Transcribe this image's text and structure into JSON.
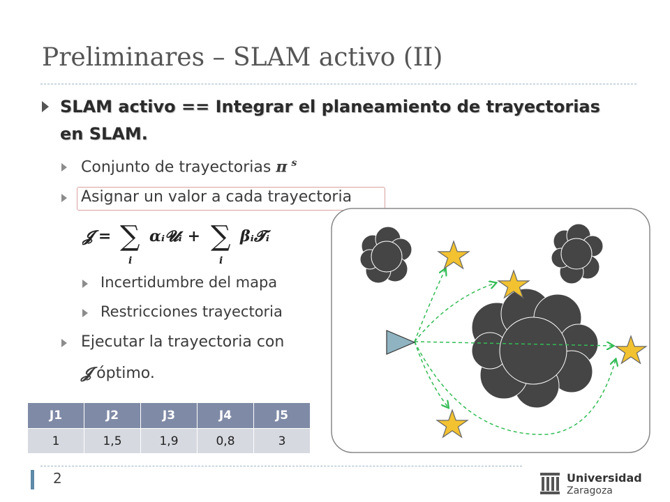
{
  "slide": {
    "title": "Preliminares – SLAM activo (II)",
    "bullet1_line1": "SLAM activo == Integrar el planeamiento de trayectorias",
    "bullet1_line2": "en SLAM.",
    "sub1_text": "Conjunto de trayectorias ",
    "sub1_sym": "π",
    "sub1_sup": "s",
    "sub2_text": "Asignar un valor a cada trayectoria",
    "formula": {
      "lhs": "𝓙 =",
      "sum": "∑",
      "index": "i",
      "term1": "αᵢ𝓤ᵢ +",
      "term2": "βᵢ𝓣ᵢ"
    },
    "sub3_1": "Incertidumbre del mapa",
    "sub3_2": "Restricciones trayectoria",
    "sub4_line1": "Ejecutar la trayectoria con",
    "sub4_sym": "𝓙",
    "sub4_line2": " óptimo.",
    "table": {
      "headers": [
        "J1",
        "J2",
        "J3",
        "J4",
        "J5"
      ],
      "values": [
        "1",
        "1,5",
        "1,9",
        "0,8",
        "3"
      ]
    },
    "page_number": "2",
    "logo_name": "Universidad",
    "logo_city": "Zaragoza"
  },
  "colors": {
    "accent": "#5f8aa8",
    "table_header": "#7f8aa6",
    "table_cell": "#d6d9e0",
    "cloud": "#454545",
    "star": "#f2c230",
    "robot": "#8fb3c0",
    "path": "#33bb55"
  }
}
